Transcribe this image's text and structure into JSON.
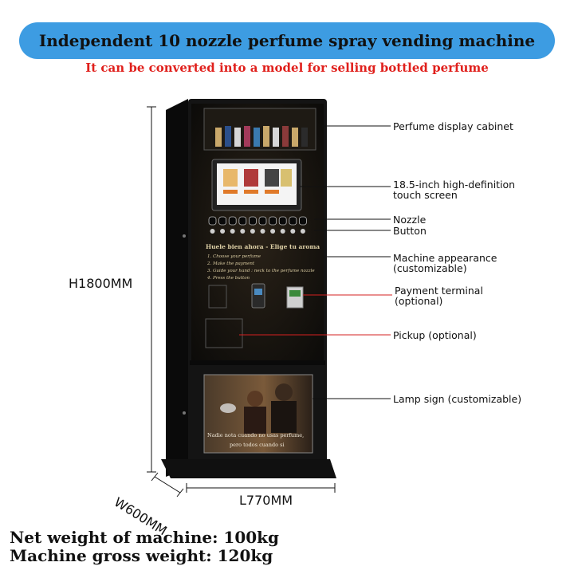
{
  "header": {
    "title": "Independent 10 nozzle perfume spray vending machine",
    "subtitle": "It can be converted into a model for selling bottled perfume"
  },
  "callouts": {
    "display_cabinet": "Perfume display cabinet",
    "touch_screen_line1": "18.5-inch high-definition",
    "touch_screen_line2": "touch screen",
    "nozzle": "Nozzle",
    "button": "Button",
    "appearance_line1": "Machine appearance",
    "appearance_line2": "(customizable)",
    "payment_line1": "Payment terminal",
    "payment_line2": "(optional)",
    "pickup": "Pickup (optional)",
    "lamp_sign": "Lamp sign (customizable)"
  },
  "dimensions": {
    "height": "H1800MM",
    "width": "W600MM",
    "length": "L770MM"
  },
  "specs": {
    "net_weight": "Net weight of machine: 100kg",
    "gross_weight": "Machine gross weight: 120kg"
  },
  "machine_panel": {
    "heading": "Huele bien ahora - Elige tu aroma",
    "steps": [
      "1. Choose your perfume",
      "2. Make the payment",
      "3. Guide your hand : neck to the perfume nozzle",
      "4. Press the button"
    ],
    "lamp_caption_line1": "Nadie nota cuando no usas perfume,",
    "lamp_caption_line2": "pero todos cuando si"
  },
  "colors": {
    "banner": "#3d9ce2",
    "subtitle": "#e0201c",
    "pointer_red": "#d42020",
    "machine_body": "#141414"
  },
  "icons": {
    "nozzle_count": 10
  }
}
